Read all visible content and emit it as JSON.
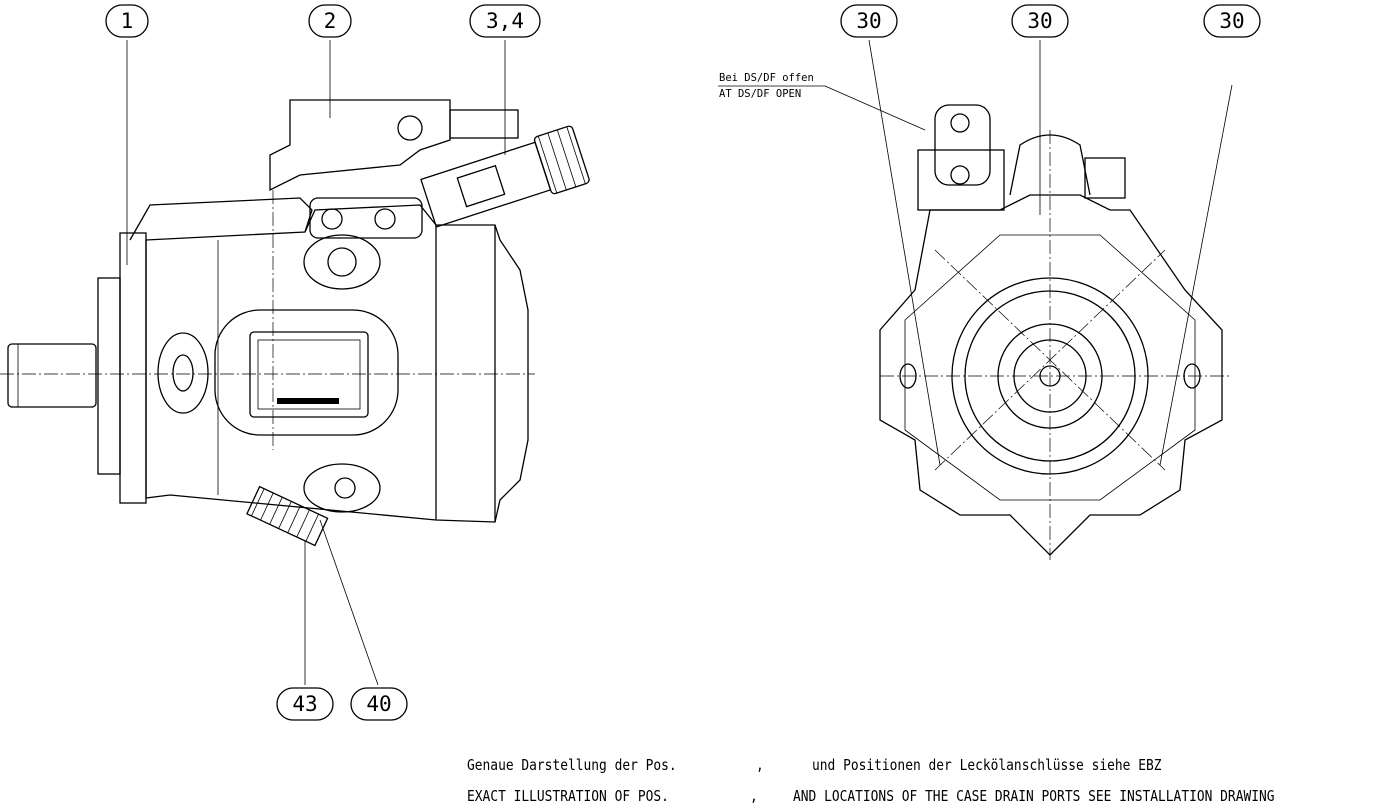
{
  "callouts_side": [
    {
      "id": "1",
      "label": "1"
    },
    {
      "id": "2",
      "label": "2"
    },
    {
      "id": "3_4",
      "label": "3,4"
    },
    {
      "id": "43",
      "label": "43"
    },
    {
      "id": "40",
      "label": "40"
    }
  ],
  "callouts_front": [
    {
      "id": "30a",
      "label": "30"
    },
    {
      "id": "30b",
      "label": "30"
    },
    {
      "id": "30c",
      "label": "30"
    }
  ],
  "annotation": {
    "line_de": "Bei DS/DF offen",
    "line_en": "AT DS/DF OPEN"
  },
  "footnote": {
    "de_part1": "Genaue Darstellung der Pos.",
    "de_sep": ",",
    "de_part2": "und Positionen der Leckölanschlüsse siehe EBZ",
    "en_part1": "EXACT ILLUSTRATION OF POS.",
    "en_sep": ",",
    "en_part2": "AND LOCATIONS OF THE CASE DRAIN PORTS SEE INSTALLATION DRAWING"
  }
}
